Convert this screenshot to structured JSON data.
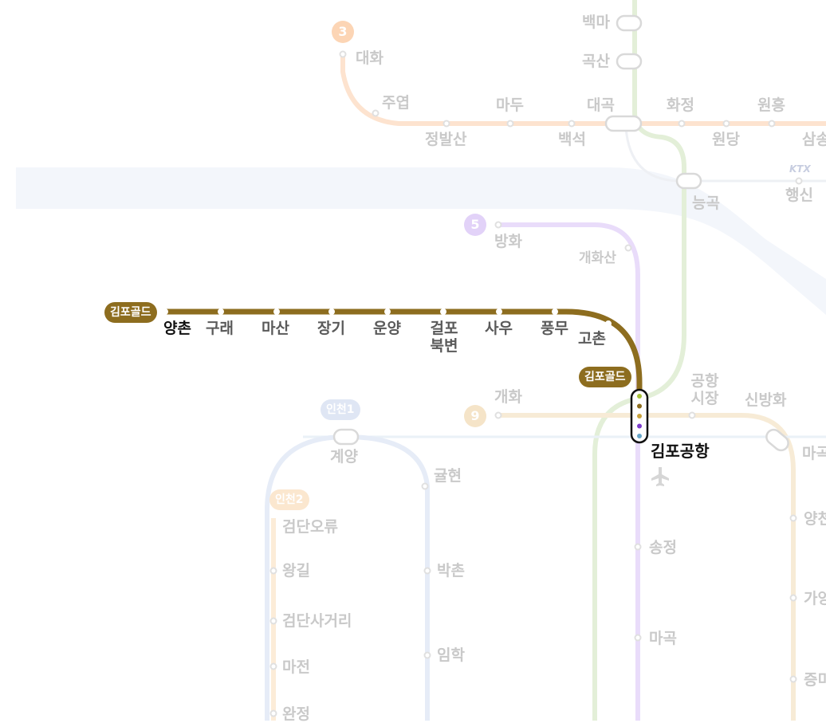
{
  "colors": {
    "gimpo_gold": "#8d6d1f",
    "line3_faded": "#fde3cf",
    "line5_faded": "#e9dcfa",
    "line9_faded": "#f7ebd6",
    "airport_faded": "#dde9f2",
    "seohae_faded": "#e3efd8",
    "incheon1_faded": "#e6ecf7",
    "incheon2_faded": "#fcecd8",
    "river": "#f3f6fb"
  },
  "gimpo_line": {
    "badge_start": "김포골드",
    "badge_end": "김포골드",
    "stations": [
      {
        "name": "양촌",
        "sub": ""
      },
      {
        "name": "구래",
        "sub": ""
      },
      {
        "name": "마산",
        "sub": ""
      },
      {
        "name": "장기",
        "sub": ""
      },
      {
        "name": "운양",
        "sub": ""
      },
      {
        "name": "걸포",
        "sub": "북변"
      },
      {
        "name": "사우",
        "sub": ""
      },
      {
        "name": "풍무",
        "sub": ""
      },
      {
        "name": "고촌",
        "sub": ""
      }
    ],
    "terminal": "김포공항",
    "transfer_dots": [
      "#a8c23a",
      "#8d6d1f",
      "#c9a23c",
      "#7c3ccc",
      "#67a5c8"
    ]
  },
  "line_badges": {
    "line3": "3",
    "line5": "5",
    "line9": "9",
    "incheon1": "인천1",
    "incheon2": "인천2",
    "ktx": "KTX"
  },
  "faded_stations": {
    "baekma": "백마",
    "goksan": "곡산",
    "daehwa": "대화",
    "juyeop": "주엽",
    "jeongbalsan": "정발산",
    "madu": "마두",
    "baekseok": "백석",
    "daegok": "대곡",
    "hwajeong": "화정",
    "wondang": "원당",
    "wonheung": "원흥",
    "samsong": "삼송",
    "neunggok": "능곡",
    "haengsin": "행신",
    "banghwa": "방화",
    "gaehwasan": "개화산",
    "gaehwa": "개화",
    "airport_market": "공항\n시장",
    "sinbanghwa": "신방화",
    "magongnaru": "마곡",
    "gyeyang": "계양",
    "gyulhyeon": "귤현",
    "geomdan_oryu": "검단오류",
    "wanggil": "왕길",
    "geomdan_sageori": "검단사거리",
    "majeon": "마전",
    "wanjeong": "완정",
    "bakchon": "박촌",
    "imhak": "임학",
    "songjeong": "송정",
    "magok": "마곡",
    "yangcheon": "양천",
    "gayang": "가양",
    "jeungmi": "증미"
  }
}
